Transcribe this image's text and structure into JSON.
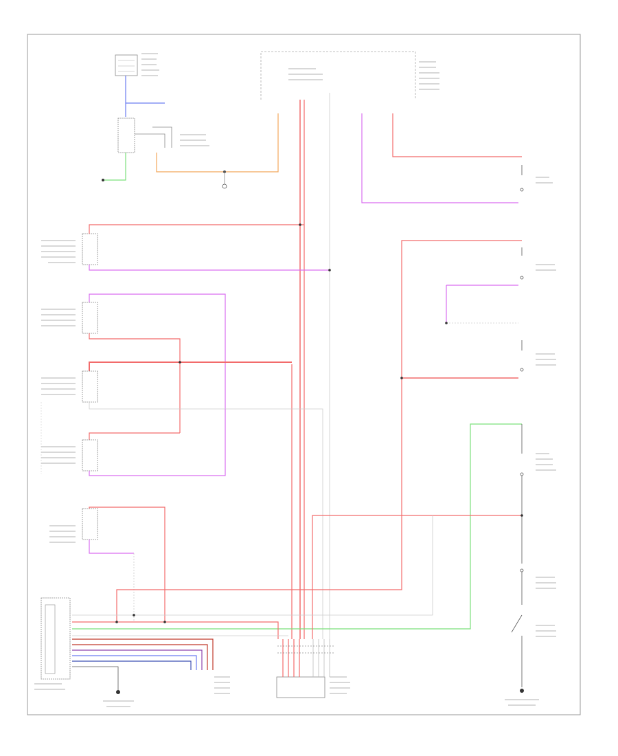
{
  "diagram_code": "",
  "colors": {
    "red": "#f26b6b",
    "red_dark": "#c0392b",
    "orange": "#f2a75a",
    "violet": "#d96ef0",
    "green": "#7be07b",
    "blue": "#6b7cf0",
    "gray": "#bbbbbb",
    "black": "#333333"
  },
  "components": [
    "upper-fuse-box",
    "relay-unit",
    "ignition-switch",
    "interior-lamp-relay",
    "door-switch-rear-left",
    "door-switch-front-left",
    "door-switch-front-right",
    "door-switch-rear-right",
    "cargo-door-switch",
    "multiplex-control-unit",
    "dash-fuse-box",
    "ground-left",
    "ground-right",
    "seat-belt-switch"
  ]
}
